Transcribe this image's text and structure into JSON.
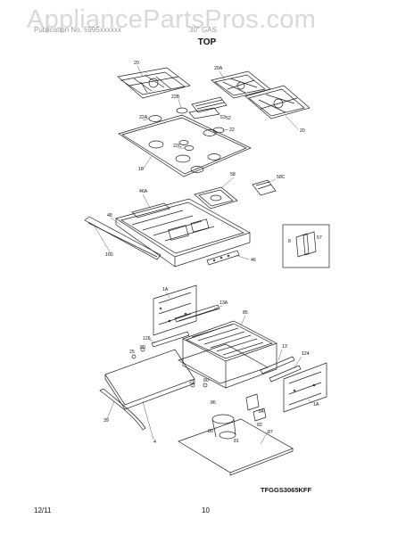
{
  "header": {
    "watermark": "AppliancePartsPros.com",
    "doc_line": "Publication No. 5995xxxxxx",
    "model_ref": "30\" GAS",
    "section_title": "TOP"
  },
  "footer": {
    "date": "12/11",
    "page": "10",
    "drawing_code": "TFGGS3065KFF"
  },
  "callouts": {
    "c20a": "20",
    "c20b": "20A",
    "c20c": "20",
    "c22b": "22B",
    "c53": "53",
    "c52": "52",
    "c22a": "22A",
    "c22": "22",
    "c22c": "22C",
    "c18": "18",
    "c58": "58",
    "c58c": "58C",
    "c46a": "46A",
    "c48": "48",
    "c160": "160",
    "c46": "46",
    "c8": "8",
    "c57": "57",
    "c1a": "1A",
    "c13a": "13A",
    "c85": "85",
    "c126": "126",
    "c80a": "80",
    "c25": "25",
    "c13": "13",
    "c124": "124",
    "c1b": "1A",
    "c21": "21",
    "c80b": "80",
    "c84": "84",
    "c86": "86",
    "c82": "82",
    "c39": "39",
    "c4": "4",
    "c80c": "80",
    "c81": "81",
    "c87": "87"
  }
}
